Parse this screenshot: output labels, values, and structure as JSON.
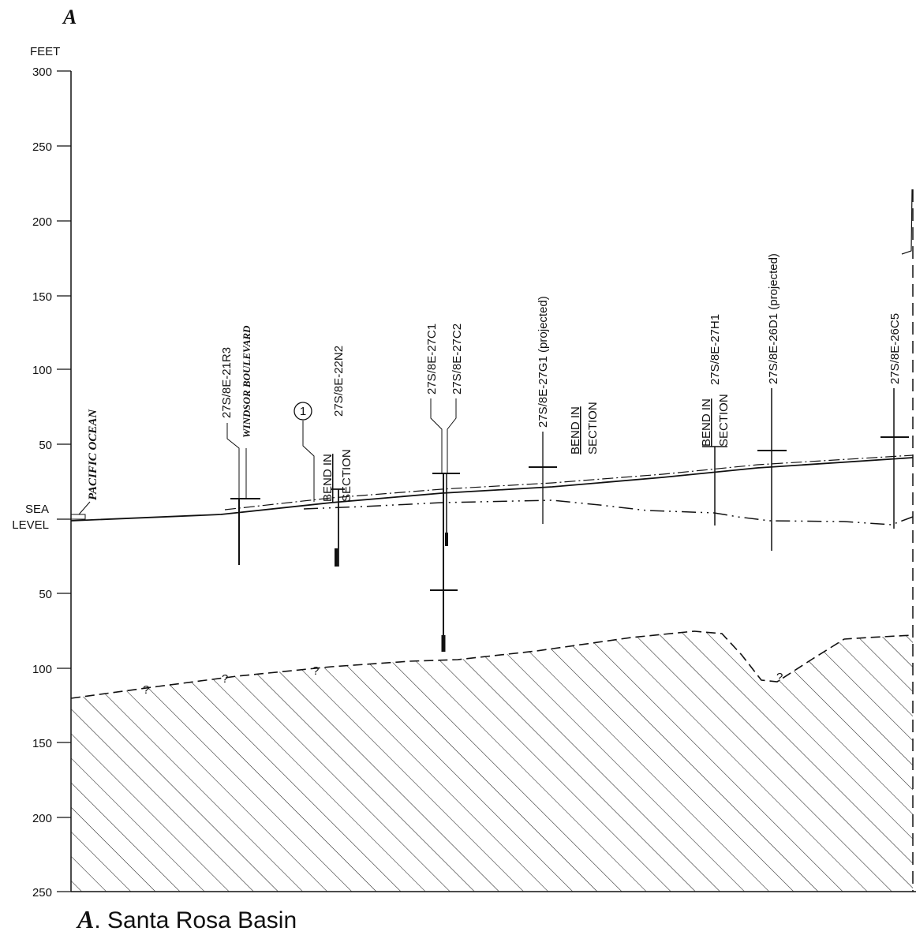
{
  "corner_letter": "A",
  "y_axis": {
    "units_label": "FEET",
    "sea_level_label_1": "SEA",
    "sea_level_label_2": "LEVEL",
    "ticks_above": [
      "300",
      "250",
      "200",
      "150",
      "100",
      "50"
    ],
    "ticks_below": [
      "50",
      "100",
      "150",
      "200",
      "250"
    ]
  },
  "ocean_label": "PACIFIC OCEAN",
  "windsor_label": "WINDSOR BOULEVARD",
  "bend_label_1": "BEND IN",
  "bend_label_2": "SECTION",
  "marker_number": "1",
  "wells": [
    {
      "id": "27S/8E-21R3"
    },
    {
      "id": "27S/8E-22N2"
    },
    {
      "id": "27S/8E-27C1"
    },
    {
      "id": "27S/8E-27C2"
    },
    {
      "id": "27S/8E-27G1 (projected)"
    },
    {
      "id": "27S/8E-27H1"
    },
    {
      "id": "27S/8E-26D1 (projected)"
    },
    {
      "id": "27S/8E-26C5"
    }
  ],
  "query_marks": [
    "?",
    "?",
    "?",
    "?"
  ],
  "caption_letter": "A",
  "caption_text": ". Santa Rosa Basin"
}
